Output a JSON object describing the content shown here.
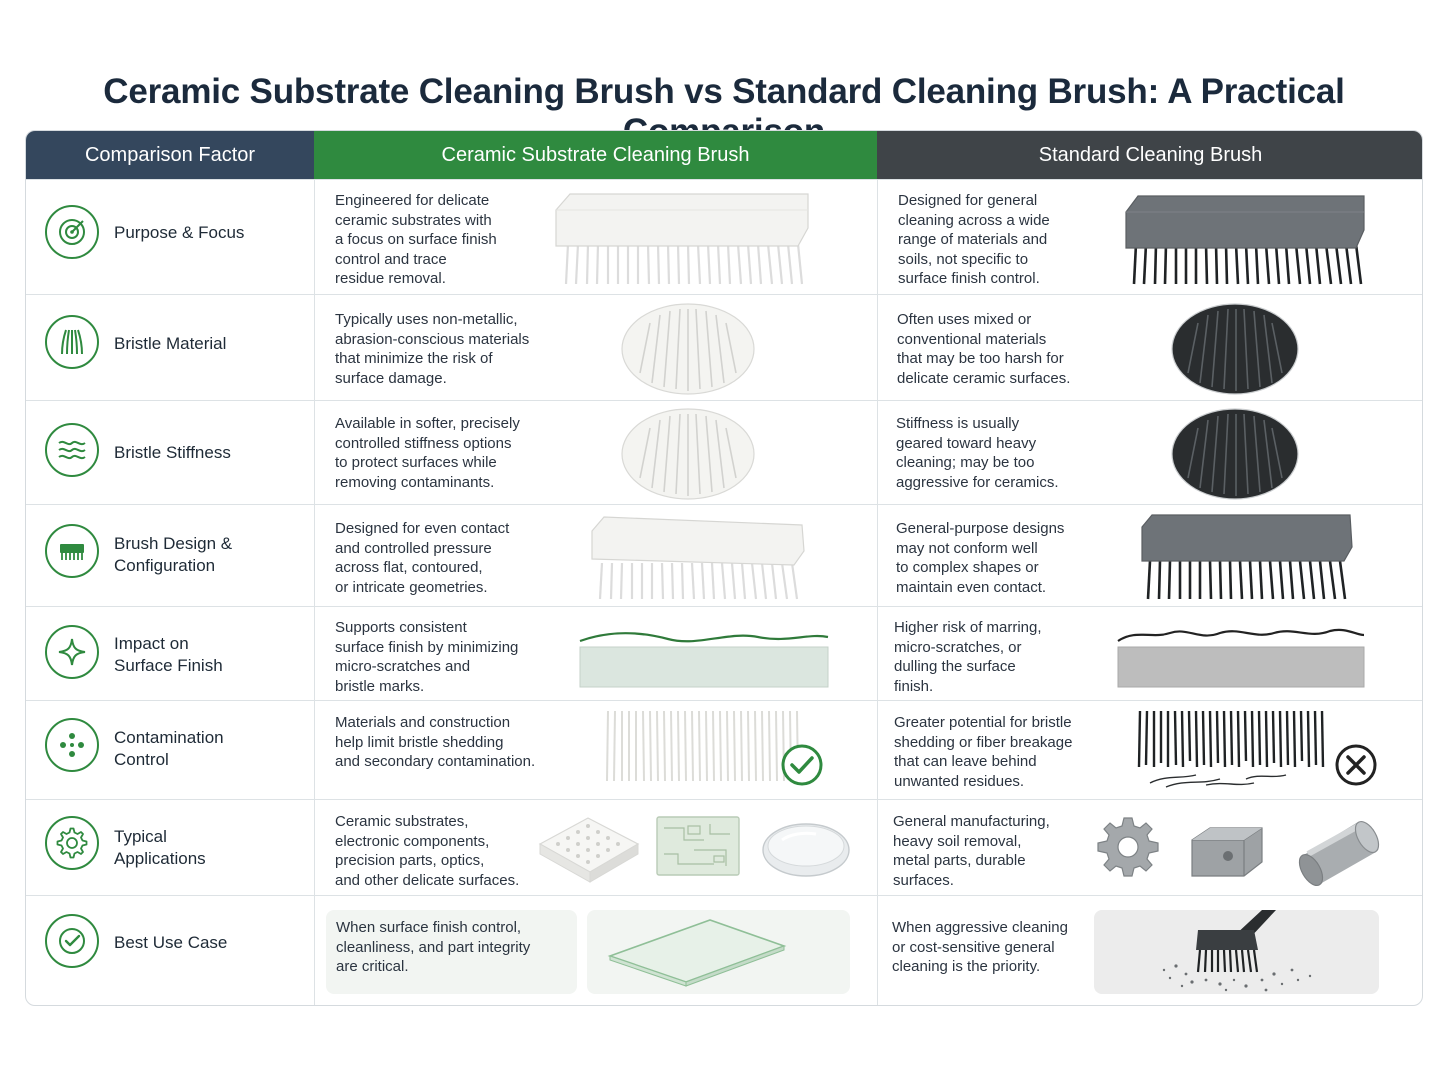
{
  "title": "Ceramic Substrate Cleaning Brush vs Standard Cleaning Brush: A Practical Comparison",
  "headers": {
    "factor": "Comparison Factor",
    "ceramic": "Ceramic Substrate Cleaning Brush",
    "standard": "Standard Cleaning Brush"
  },
  "colors": {
    "accent_green": "#2f8a3f",
    "header_navy": "#34475d",
    "header_dark": "#3f4448"
  },
  "rows": [
    {
      "icon": "target-icon",
      "factor": [
        "Purpose & Focus"
      ],
      "ceramic": [
        "Engineered for delicate",
        "ceramic substrates with",
        "a focus on surface finish",
        "control and trace",
        "residue removal."
      ],
      "standard": [
        "Designed for general",
        "cleaning across a wide",
        "range of materials and",
        "soils, not specific to",
        "surface finish control."
      ]
    },
    {
      "icon": "bristles-icon",
      "factor": [
        "Bristle Material"
      ],
      "ceramic": [
        "Typically uses non-metallic,",
        "abrasion-conscious materials",
        "that minimize the risk of",
        "surface damage."
      ],
      "standard": [
        "Often uses mixed or",
        "conventional materials",
        "that may be too harsh for",
        "delicate ceramic surfaces."
      ]
    },
    {
      "icon": "waves-icon",
      "factor": [
        "Bristle Stiffness"
      ],
      "ceramic": [
        "Available in softer, precisely",
        "controlled stiffness options",
        "to protect surfaces while",
        "removing contaminants."
      ],
      "standard": [
        "Stiffness is usually",
        "geared toward heavy",
        "cleaning; may be too",
        "aggressive for ceramics."
      ]
    },
    {
      "icon": "brush-icon",
      "factor": [
        "Brush Design &",
        "Configuration"
      ],
      "ceramic": [
        "Designed for even contact",
        "and controlled pressure",
        "across flat, contoured,",
        "or intricate geometries."
      ],
      "standard": [
        "General-purpose designs",
        "may not conform well",
        "to complex shapes or",
        "maintain even contact."
      ]
    },
    {
      "icon": "sparkle-icon",
      "factor": [
        "Impact on",
        "Surface Finish"
      ],
      "ceramic": [
        "Supports consistent",
        "surface finish by minimizing",
        "micro-scratches and",
        "bristle marks."
      ],
      "standard": [
        "Higher risk of marring,",
        "micro-scratches, or",
        "dulling the surface",
        "finish."
      ]
    },
    {
      "icon": "dots-icon",
      "factor": [
        "Contamination",
        "Control"
      ],
      "ceramic": [
        "Materials and construction",
        "help limit bristle shedding",
        "and secondary contamination."
      ],
      "standard": [
        "Greater potential for bristle",
        "shedding or fiber breakage",
        "that can leave behind",
        "unwanted residues."
      ]
    },
    {
      "icon": "gear-icon",
      "factor": [
        "Typical",
        "Applications"
      ],
      "ceramic": [
        "Ceramic substrates,",
        "electronic components,",
        "precision parts, optics,",
        "and other delicate surfaces."
      ],
      "standard": [
        "General manufacturing,",
        "heavy soil removal,",
        "metal parts, durable",
        "surfaces."
      ]
    },
    {
      "icon": "check-icon",
      "factor": [
        "Best Use Case"
      ],
      "ceramic": [
        "When surface finish control,",
        "cleanliness, and part integrity",
        "are critical."
      ],
      "standard": [
        "When aggressive cleaning",
        "or cost-sensitive general",
        "cleaning is the priority."
      ]
    }
  ]
}
